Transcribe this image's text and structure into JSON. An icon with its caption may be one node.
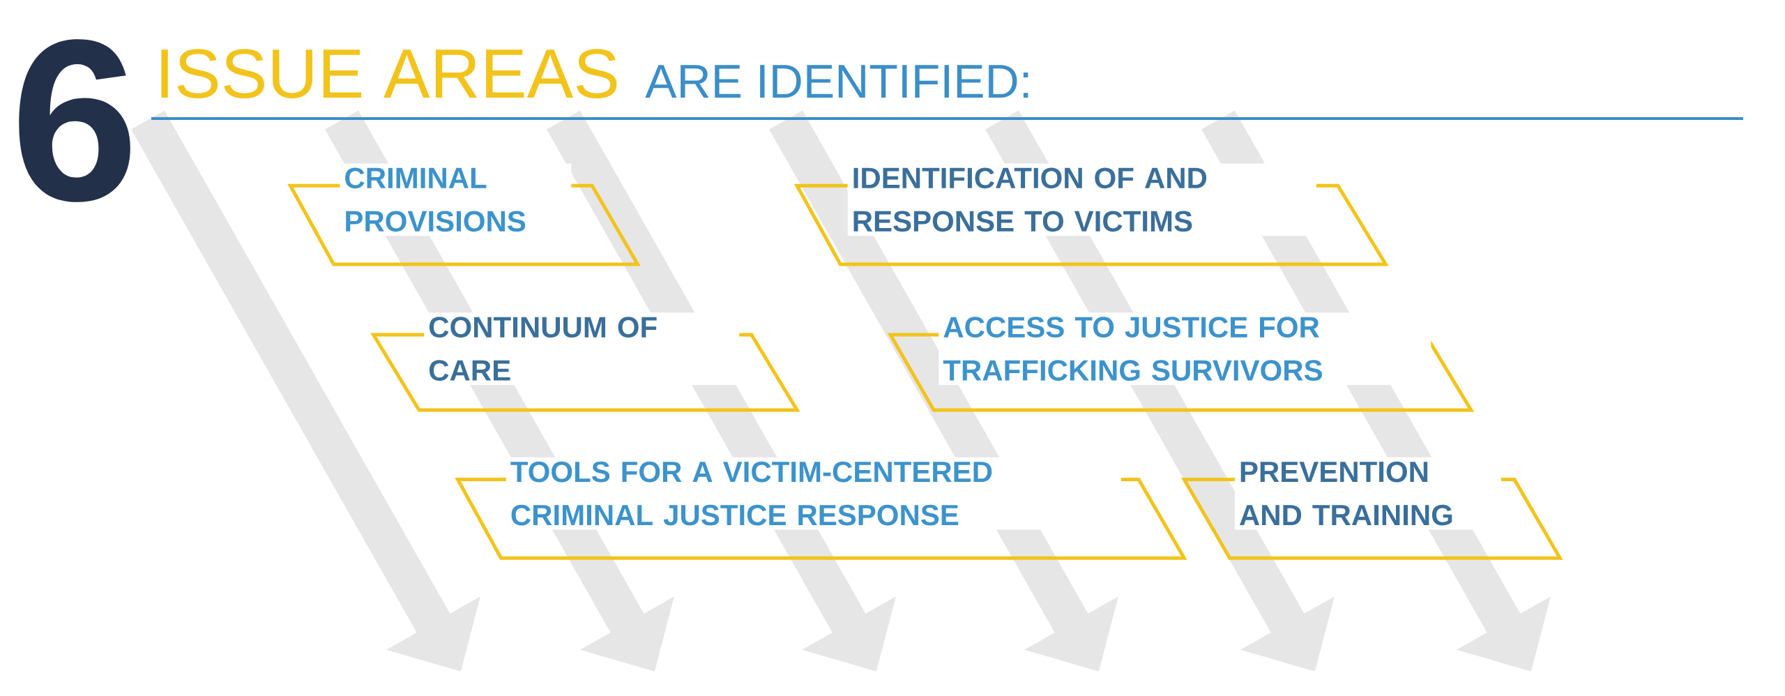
{
  "diagram": {
    "nodes": [
      {
        "text": [
          "CRIMINAL PROVISIONS"
        ]
      },
      {
        "text": [
          "IDENTIFICATION OF AND RESPONSE TO VICTIMS"
        ]
      },
      {
        "text": [
          "CONTINUUM OF CARE"
        ]
      },
      {
        "text": [
          "ACCESS TO JUSTICE FOR TRAFFICKING SURVIVORS"
        ]
      },
      {
        "text": [
          "TOOLS FOR A VICTIM-CENTERED CRIMINAL JUSTICE RESPONSE"
        ]
      },
      {
        "text": [
          "PREVENTION AND TRAINING"
        ]
      }
    ],
    "labels": [
      "6",
      "ISSUE AREAS",
      "ARE IDENTIFIED:"
    ]
  }
}
